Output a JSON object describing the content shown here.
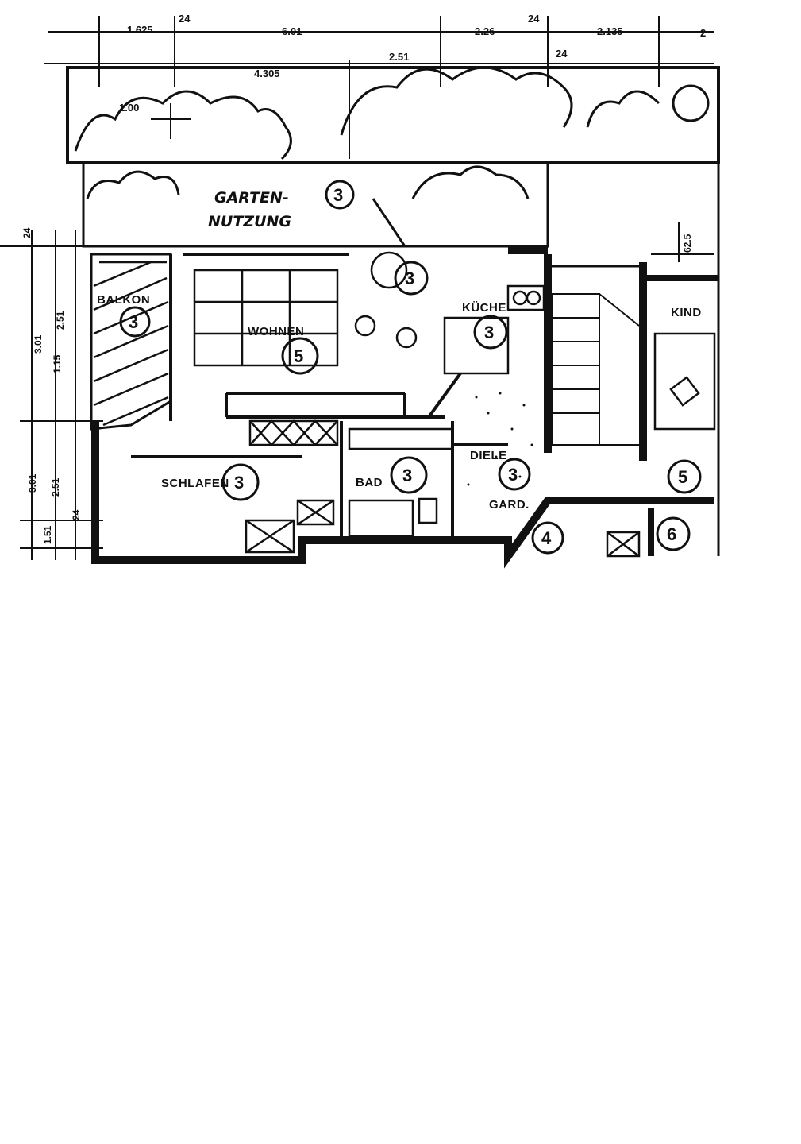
{
  "dimensions_top": {
    "d1": "1.625",
    "d2": "24",
    "d3": "6.01",
    "d4": "2.26",
    "d5": "24",
    "d6": "2.135",
    "d7": "2",
    "d8": "4.305",
    "d9": "2.51",
    "d10": "24",
    "d11": "1.00"
  },
  "dimensions_side": {
    "s1": "24",
    "s2": "3.01",
    "s3": "1.15",
    "s4": "2.51",
    "s5": "3.01",
    "s6": "2.51",
    "s7": "24",
    "s8": "1.51",
    "s9": "62.5"
  },
  "garden": {
    "line1": "GARTEN-",
    "line2": "NUTZUNG",
    "marker": "3"
  },
  "rooms": {
    "balkon": {
      "label": "BALKON",
      "marker": "3"
    },
    "wohnen": {
      "label": "WOHNEN",
      "marker": "5"
    },
    "kuche": {
      "label": "KÜCHE",
      "marker": "3"
    },
    "kind": {
      "label": "KIND",
      "marker": ""
    },
    "schlafen": {
      "label": "SCHLAFEN",
      "marker": "3"
    },
    "bad": {
      "label": "BAD",
      "marker": "3"
    },
    "diele": {
      "label": "DIELE",
      "marker": "3"
    },
    "garderobe": {
      "label": "GARD.",
      "marker": "4"
    }
  },
  "markers": {
    "terrace": "3",
    "right_lower": "5",
    "right_bottom": "6"
  }
}
